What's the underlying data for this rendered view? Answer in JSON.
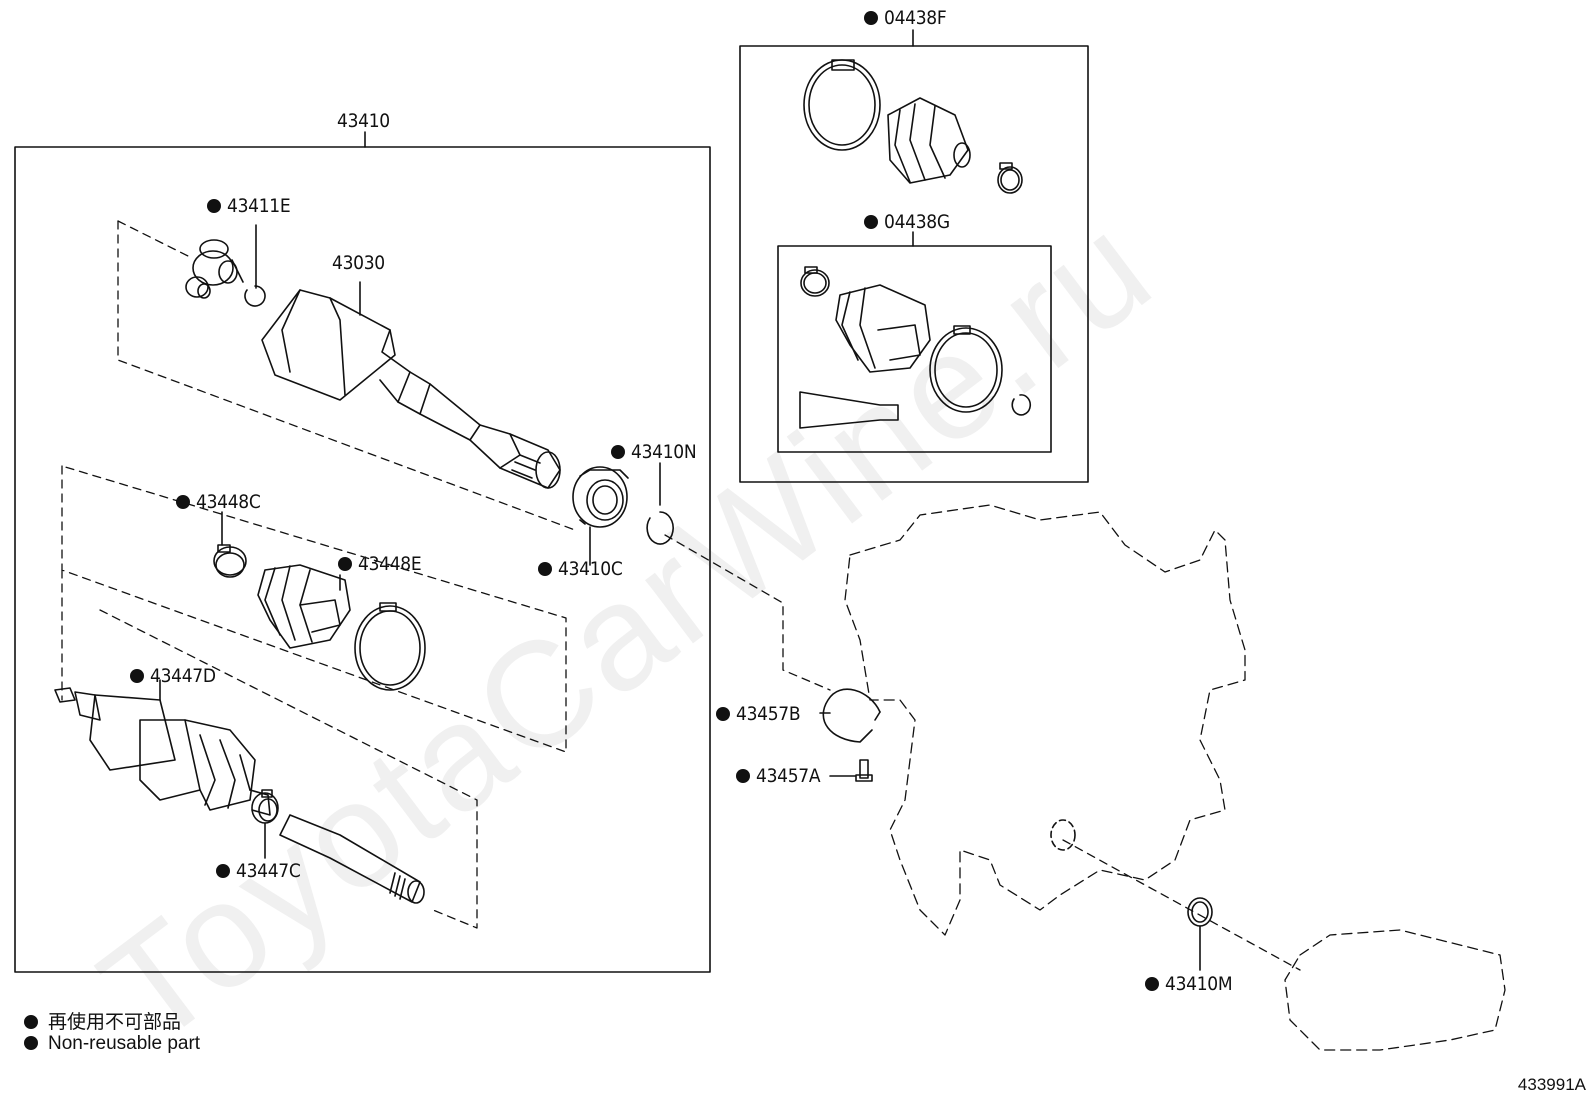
{
  "watermark": "ToyotaCarWine.ru",
  "figure_id": "433991A",
  "legend": {
    "jp": "再使用不可部品",
    "en": "Non-reusable part"
  },
  "parts": {
    "p43410": "43410",
    "p43030": "43030",
    "p43411E": "43411E",
    "p43410N": "43410N",
    "p43410C": "43410C",
    "p43448C": "43448C",
    "p43448E": "43448E",
    "p43447D": "43447D",
    "p43447C": "43447C",
    "p04438F": "04438F",
    "p04438G": "04438G",
    "p43457B": "43457B",
    "p43457A": "43457A",
    "p43410M": "43410M"
  }
}
